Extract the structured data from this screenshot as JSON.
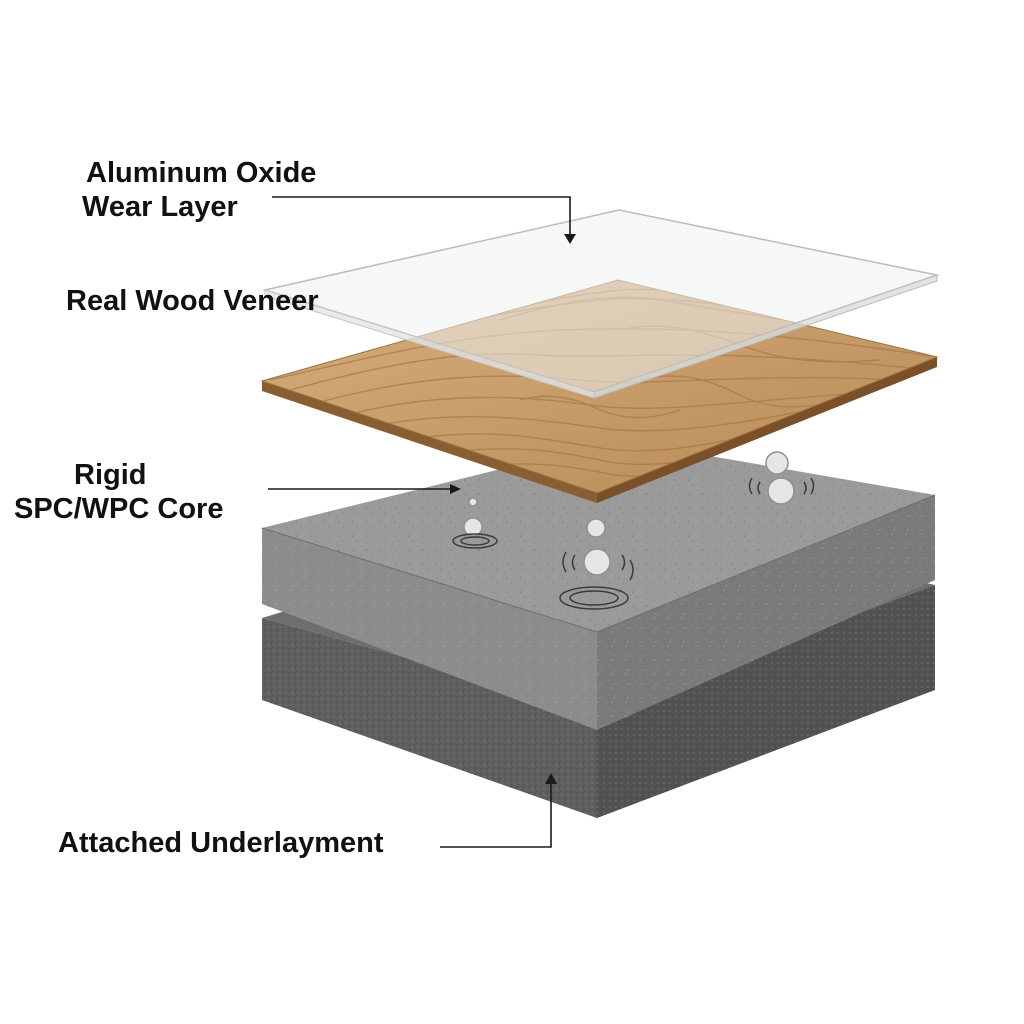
{
  "labels": {
    "wear_layer": {
      "line1": "Aluminum Oxide",
      "line2": "Wear Layer"
    },
    "veneer": "Real Wood Veneer",
    "core": {
      "line1": "Rigid",
      "line2": "SPC/WPC Core"
    },
    "underlayment": "Attached Underlayment"
  },
  "colors": {
    "wear_layer_fill": "#f2f3f3",
    "wear_layer_edge": "#b9bcbd",
    "wood_top": "#c9a06e",
    "wood_grain": "#a87a48",
    "wood_edge": "#8a5e33",
    "core_top": "#9a9a9a",
    "core_front": "#8c8c8c",
    "core_side": "#7a7a7a",
    "underlay_top": "#6e6e6e",
    "underlay_front": "#5f5f5f",
    "underlay_side": "#525252",
    "leader_line": "#1a1a1a",
    "water_drop": "#d8dadb"
  },
  "icons": [
    "arrow-down-icon",
    "arrow-right-icon",
    "arrow-up-icon",
    "water-droplet-icon",
    "ripple-icon"
  ]
}
